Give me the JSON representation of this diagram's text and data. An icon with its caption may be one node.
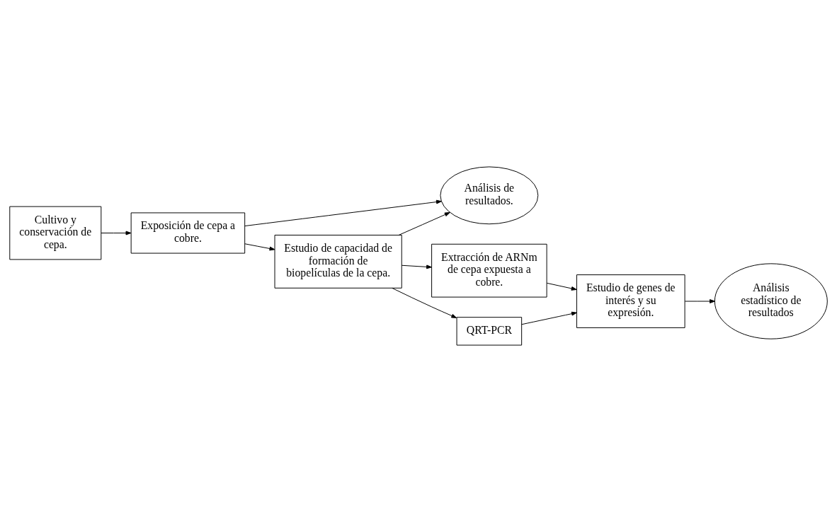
{
  "diagram": {
    "nodes": [
      {
        "text": [
          "Cultivo y conservación de cepa."
        ]
      },
      {
        "text": [
          "Exposición de cepa a cobre."
        ]
      },
      {
        "text": [
          "Análisis de resultados."
        ]
      },
      {
        "text": [
          "Estudio de capacidad de formación de biopelículas de la cepa."
        ]
      },
      {
        "text": [
          "Extracción de ARNm de cepa expuesta a cobre."
        ]
      },
      {
        "text": [
          "QRT-PCR"
        ]
      },
      {
        "text": [
          "Estudio de genes de interés y su expresión."
        ]
      },
      {
        "text": [
          "Análisis estadístico de resultados"
        ]
      }
    ],
    "edges": [
      {
        "from": 0,
        "to": 1,
        "arrow": "to"
      },
      {
        "from": 1,
        "to": 2,
        "arrow": "to"
      },
      {
        "from": 1,
        "to": 3,
        "arrow": "to"
      },
      {
        "from": 3,
        "to": 2,
        "arrow": "to"
      },
      {
        "from": 3,
        "to": 4,
        "arrow": "to"
      },
      {
        "from": 3,
        "to": 5,
        "arrow": "to"
      },
      {
        "from": 4,
        "to": 6,
        "arrow": "to"
      },
      {
        "from": 5,
        "to": 6,
        "arrow": "to"
      },
      {
        "from": 6,
        "to": 7,
        "arrow": "to"
      }
    ]
  }
}
